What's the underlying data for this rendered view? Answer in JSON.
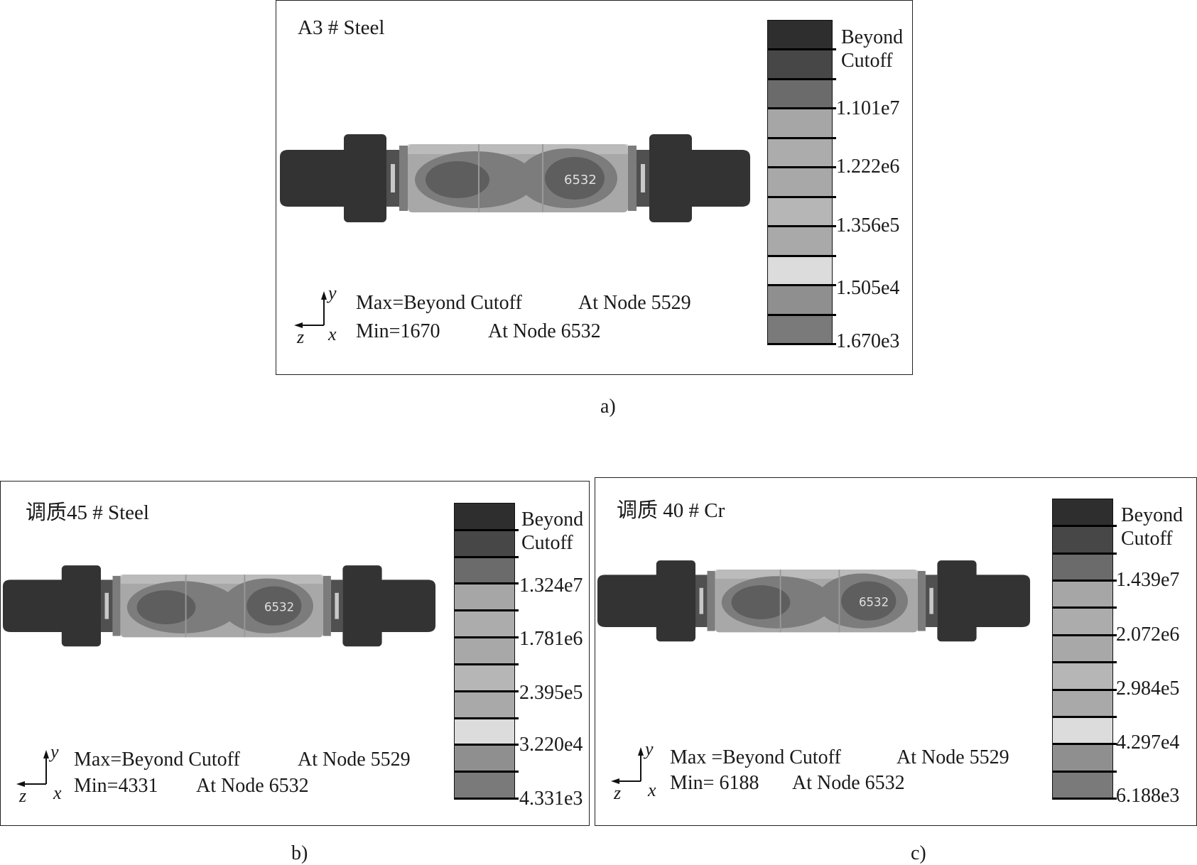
{
  "panels": [
    {
      "id": "a",
      "title": "A3 # Steel",
      "node_label": "6532",
      "max_line": "Max=Beyond Cutoff",
      "max_node": "At Node  5529",
      "min_line": "Min=1670",
      "min_node": "At Node  6532",
      "legend": {
        "beyond_1": "Beyond",
        "beyond_2": "Cutoff",
        "ticks": [
          "1.101e7",
          "1.222e6",
          "1.356e5",
          "1.505e4",
          "1.670e3"
        ]
      },
      "caption": "a)"
    },
    {
      "id": "b",
      "title": "调质45 # Steel",
      "node_label": "6532",
      "max_line": "Max=Beyond Cutoff",
      "max_node": "At Node 5529",
      "min_line": "Min=4331",
      "min_node": "At Node 6532",
      "legend": {
        "beyond_1": "Beyond",
        "beyond_2": "Cutoff",
        "ticks": [
          "1.324e7",
          "1.781e6",
          "2.395e5",
          "3.220e4",
          "4.331e3"
        ]
      },
      "caption": "b)"
    },
    {
      "id": "c",
      "title": "调质 40 # Cr",
      "node_label": "6532",
      "max_line": "Max =Beyond Cutoff",
      "max_node": "At Node 5529",
      "min_line": "Min= 6188",
      "min_node": "At Node 6532",
      "legend": {
        "beyond_1": "Beyond",
        "beyond_2": "Cutoff",
        "ticks": [
          "1.439e7",
          "2.072e6",
          "2.984e5",
          "4.297e4",
          "6.188e3"
        ]
      },
      "caption": "c)"
    }
  ],
  "axes": {
    "y": "y",
    "x": "x",
    "z": "z"
  },
  "legend_colors": [
    "#2e2e2e",
    "#474747",
    "#6b6b6b",
    "#a6a6a6",
    "#acacac",
    "#a8a8a8",
    "#b6b6b6",
    "#a9a9a9",
    "#dcdcdc",
    "#8f8f8f",
    "#7a7a7a"
  ],
  "model_colors": {
    "dark": "#333333",
    "ring": "#505050",
    "mid": "#7c7c7c",
    "light": "#a8a8a8",
    "pale": "#c8c8c8",
    "label": "#e0e0e0"
  }
}
